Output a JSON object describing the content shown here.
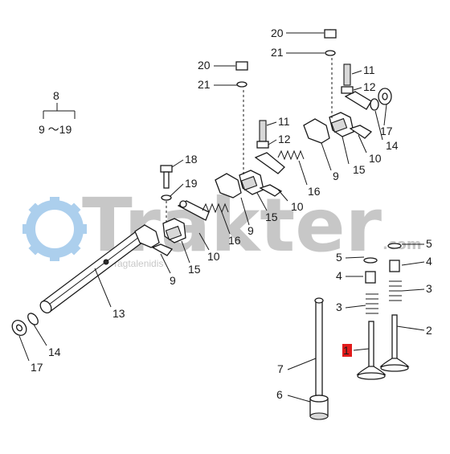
{
  "watermark": {
    "brand": "Trakter",
    "domain": ".com",
    "tagline": "Tagtalenidis",
    "gear_color": "#6aa8e0",
    "text_color": "#9a9a9a"
  },
  "group": {
    "parent": "8",
    "range": "9 ～19"
  },
  "highlight_color": "#e21b1b",
  "callouts": [
    {
      "id": "c20a",
      "label": "20"
    },
    {
      "id": "c21a",
      "label": "21"
    },
    {
      "id": "c20b",
      "label": "20"
    },
    {
      "id": "c21b",
      "label": "21"
    },
    {
      "id": "c11a",
      "label": "11"
    },
    {
      "id": "c12a",
      "label": "12"
    },
    {
      "id": "c17a",
      "label": "17"
    },
    {
      "id": "c14a",
      "label": "14"
    },
    {
      "id": "c10a",
      "label": "10"
    },
    {
      "id": "c15a",
      "label": "15"
    },
    {
      "id": "c9a",
      "label": "9"
    },
    {
      "id": "c11b",
      "label": "11"
    },
    {
      "id": "c12b",
      "label": "12"
    },
    {
      "id": "c16a",
      "label": "16"
    },
    {
      "id": "c10b",
      "label": "10"
    },
    {
      "id": "c15b",
      "label": "15"
    },
    {
      "id": "c9b",
      "label": "9"
    },
    {
      "id": "c18",
      "label": "18"
    },
    {
      "id": "c19",
      "label": "19"
    },
    {
      "id": "c16b",
      "label": "16"
    },
    {
      "id": "c10c",
      "label": "10"
    },
    {
      "id": "c15c",
      "label": "15"
    },
    {
      "id": "c9c",
      "label": "9"
    },
    {
      "id": "c13",
      "label": "13"
    },
    {
      "id": "c14b",
      "label": "14"
    },
    {
      "id": "c17b",
      "label": "17"
    },
    {
      "id": "c5a",
      "label": "5"
    },
    {
      "id": "c5b",
      "label": "5"
    },
    {
      "id": "c4a",
      "label": "4"
    },
    {
      "id": "c4b",
      "label": "4"
    },
    {
      "id": "c3a",
      "label": "3"
    },
    {
      "id": "c3b",
      "label": "3"
    },
    {
      "id": "c2",
      "label": "2"
    },
    {
      "id": "c7",
      "label": "7"
    },
    {
      "id": "c6",
      "label": "6"
    },
    {
      "id": "c1",
      "label": "1"
    }
  ]
}
